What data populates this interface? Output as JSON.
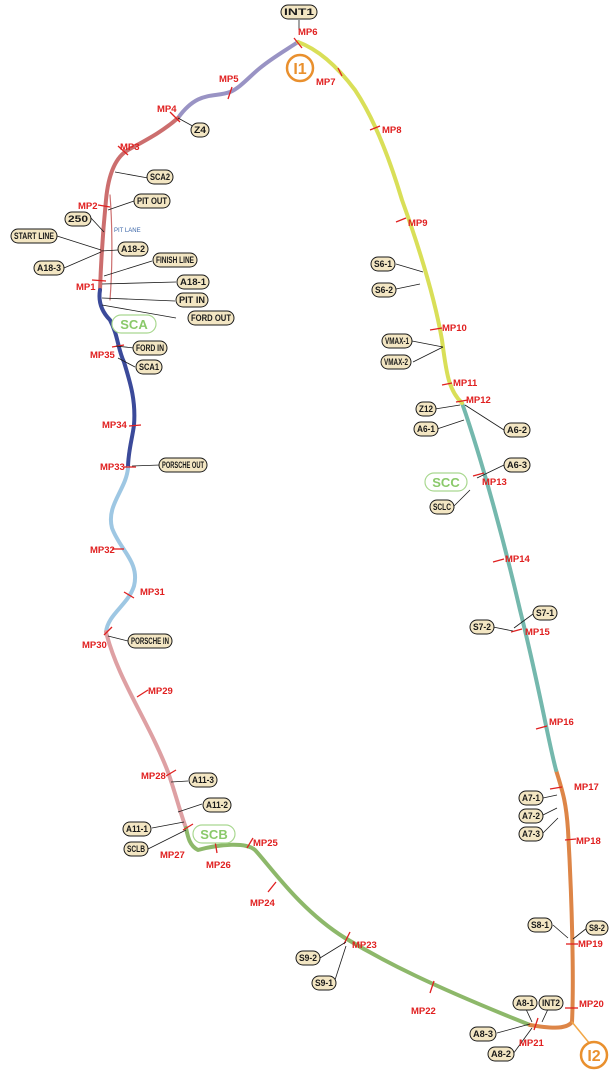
{
  "colors": {
    "s1": "#9993c4",
    "s2": "#cc6e6e",
    "s3": "#3b4a9a",
    "s4": "#9ec7e3",
    "s5": "#dea0a3",
    "s6": "#8db86a",
    "s7": "#dd8547",
    "s8": "#74b8ad",
    "s9": "#d9df58",
    "s10": "#f2a747",
    "marker": "#e02020",
    "box_fill": "#f3e6c3",
    "box_stroke": "#1a1a1a",
    "section_label": "#8ac96a"
  },
  "title_boxes": {
    "int1": "INT1",
    "z4": "Z4",
    "sca2": "SCA2",
    "pit_out": "PIT OUT",
    "num250": "250",
    "start_line": "START LINE",
    "a18_2": "A18-2",
    "a18_3": "A18-3",
    "finish_line": "FINISH LINE",
    "a18_1": "A18-1",
    "pit_in": "PIT IN",
    "ford_out": "FORD OUT",
    "ford_in": "FORD IN",
    "sca1": "SCA1",
    "porsche_out": "PORSCHE OUT",
    "porsche_in": "PORSCHE IN",
    "a11_3": "A11-3",
    "a11_2": "A11-2",
    "a11_1": "A11-1",
    "sclb": "SCLB",
    "s6_1": "S6-1",
    "s6_2": "S6-2",
    "vmax1": "VMAX-1",
    "vmax2": "VMAX-2",
    "z12": "Z12",
    "a6_2": "A6-2",
    "a6_1": "A6-1",
    "a6_3": "A6-3",
    "sclc": "SCLC",
    "s7_1": "S7-1",
    "s7_2": "S7-2",
    "a7_1": "A7-1",
    "a7_2": "A7-2",
    "a7_3": "A7-3",
    "s8_1": "S8-1",
    "s8_2": "S8-2",
    "s9_2": "S9-2",
    "s9_1": "S9-1",
    "a8_1": "A8-1",
    "int2": "INT2",
    "a8_3": "A8-3",
    "a8_2": "A8-2"
  },
  "markers": {
    "mp1": "MP1",
    "mp2": "MP2",
    "mp3": "MP3",
    "mp4": "MP4",
    "mp5": "MP5",
    "mp6": "MP6",
    "mp7": "MP7",
    "mp8": "MP8",
    "mp9": "MP9",
    "mp10": "MP10",
    "mp11": "MP11",
    "mp12": "MP12",
    "mp13": "MP13",
    "mp14": "MP14",
    "mp15": "MP15",
    "mp16": "MP16",
    "mp17": "MP17",
    "mp18": "MP18",
    "mp19": "MP19",
    "mp20": "MP20",
    "mp21": "MP21",
    "mp22": "MP22",
    "mp23": "MP23",
    "mp24": "MP24",
    "mp25": "MP25",
    "mp26": "MP26",
    "mp27": "MP27",
    "mp28": "MP28",
    "mp29": "MP29",
    "mp30": "MP30",
    "mp31": "MP31",
    "mp32": "MP32",
    "mp33": "MP33",
    "mp34": "MP34",
    "mp35": "MP35"
  },
  "sections": {
    "sca": "SCA",
    "scb": "SCB",
    "scc": "SCC"
  },
  "intermediates": {
    "i1": "I1",
    "i2": "I2"
  },
  "pit_lane_label": "PIT LANE"
}
